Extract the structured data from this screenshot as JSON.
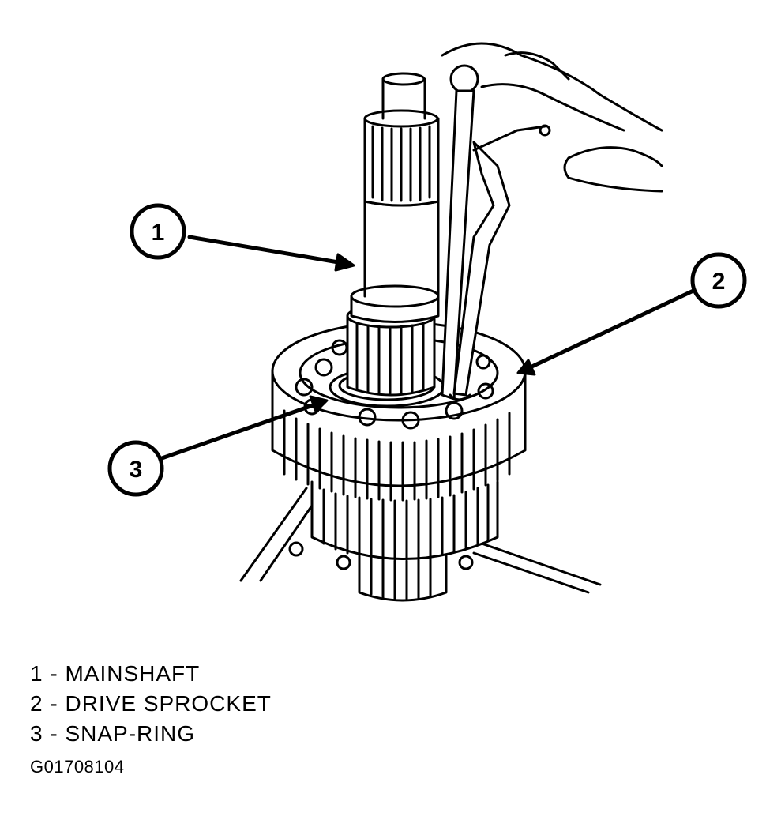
{
  "callouts": {
    "c1": "1",
    "c2": "2",
    "c3": "3"
  },
  "legend": [
    {
      "number": "1",
      "separator": "-",
      "label": "MAINSHAFT"
    },
    {
      "number": "2",
      "separator": "-",
      "label": "DRIVE SPROCKET"
    },
    {
      "number": "3",
      "separator": "-",
      "label": "SNAP-RING"
    }
  ],
  "figure_id": "G01708104"
}
